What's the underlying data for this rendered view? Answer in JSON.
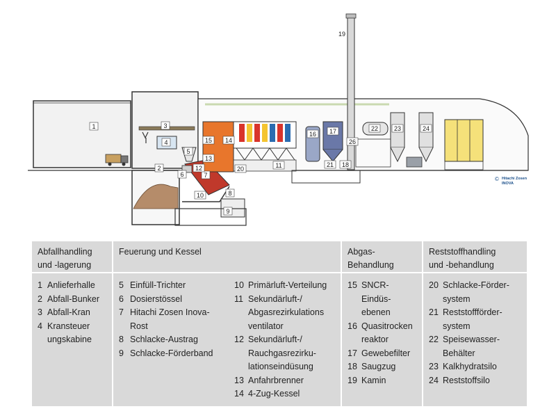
{
  "diagram": {
    "labels": {
      "n1": "1",
      "n2": "2",
      "n3": "3",
      "n4": "4",
      "n5": "5",
      "n6": "6",
      "n7": "7",
      "n8": "8",
      "n9": "9",
      "n10": "10",
      "n11": "11",
      "n12": "12",
      "n13": "13",
      "n14": "14",
      "n15": "15",
      "n16": "16",
      "n17": "17",
      "n18": "18",
      "n19": "19",
      "n20": "20",
      "n21": "21",
      "n22": "22",
      "n23": "23",
      "n24": "24",
      "n26": "26"
    },
    "logo_line1": "Hitachi Zosen",
    "logo_line2": "INOVA",
    "logo_mark": "©",
    "colors": {
      "outline": "#333333",
      "building_fill": "#f2f2f2",
      "boiler_orange": "#e8762c",
      "grate_red": "#c0392b",
      "heat_red": "#d9342b",
      "heat_yellow": "#f4c430",
      "heat_blue": "#2b6cb0",
      "silo_yellow": "#f5e17a",
      "waste_brown": "#b58c6a",
      "legend_bg": "#d9d9d9"
    }
  },
  "legend": {
    "col1": {
      "header_line1": "Abfallhandling",
      "header_line2": "und -lagerung",
      "items": [
        {
          "num": "1",
          "text": "Anlieferhalle"
        },
        {
          "num": "2",
          "text": "Abfall-Bunker"
        },
        {
          "num": "3",
          "text": "Abfall-Kran"
        },
        {
          "num": "4",
          "text": "Kransteuer"
        },
        {
          "num": "",
          "text": "ungskabine"
        }
      ]
    },
    "col2": {
      "header_line1": "Feuerung und Kessel",
      "left_items": [
        {
          "num": "5",
          "text": "Einfüll-Trichter"
        },
        {
          "num": "6",
          "text": "Dosierstössel"
        },
        {
          "num": "7",
          "text": "Hitachi Zosen Inova-"
        },
        {
          "num": "",
          "text": "Rost"
        },
        {
          "num": "8",
          "text": "Schlacke-Austrag"
        },
        {
          "num": "9",
          "text": "Schlacke-Förderband"
        }
      ],
      "right_items": [
        {
          "num": "10",
          "text": "Primärluft-Verteilung"
        },
        {
          "num": "11",
          "text": "Sekundärluft-/"
        },
        {
          "num": "",
          "text": "Abgasrezirkulations"
        },
        {
          "num": "",
          "text": "ventilator"
        },
        {
          "num": "12",
          "text": "Sekundärluft-/"
        },
        {
          "num": "",
          "text": "Rauchgasrezirku-"
        },
        {
          "num": "",
          "text": "lationseindüsung"
        },
        {
          "num": "13",
          "text": "Anfahrbrenner"
        },
        {
          "num": "14",
          "text": "4-Zug-Kessel"
        }
      ]
    },
    "col3": {
      "header_line1": "Abgas-",
      "header_line2": "Behandlung",
      "items": [
        {
          "num": "15",
          "text": "SNCR-Eindüs-"
        },
        {
          "num": "",
          "text": "ebenen"
        },
        {
          "num": "16",
          "text": "Quasitrocken"
        },
        {
          "num": "",
          "text": "reaktor"
        },
        {
          "num": "17",
          "text": "Gewebefilter"
        },
        {
          "num": "18",
          "text": "Saugzug"
        },
        {
          "num": "19",
          "text": "Kamin"
        }
      ]
    },
    "col4": {
      "header_line1": "Reststoffhandling",
      "header_line2": "und -behandlung",
      "items": [
        {
          "num": "20",
          "text": "Schlacke-Förder-"
        },
        {
          "num": "",
          "text": "system"
        },
        {
          "num": "21",
          "text": "Reststoffförder-"
        },
        {
          "num": "",
          "text": "system"
        },
        {
          "num": "22",
          "text": "Speisewasser-"
        },
        {
          "num": "",
          "text": "Behälter"
        },
        {
          "num": "23",
          "text": "Kalkhydratsilo"
        },
        {
          "num": "24",
          "text": "Reststoffsilo"
        }
      ]
    }
  }
}
